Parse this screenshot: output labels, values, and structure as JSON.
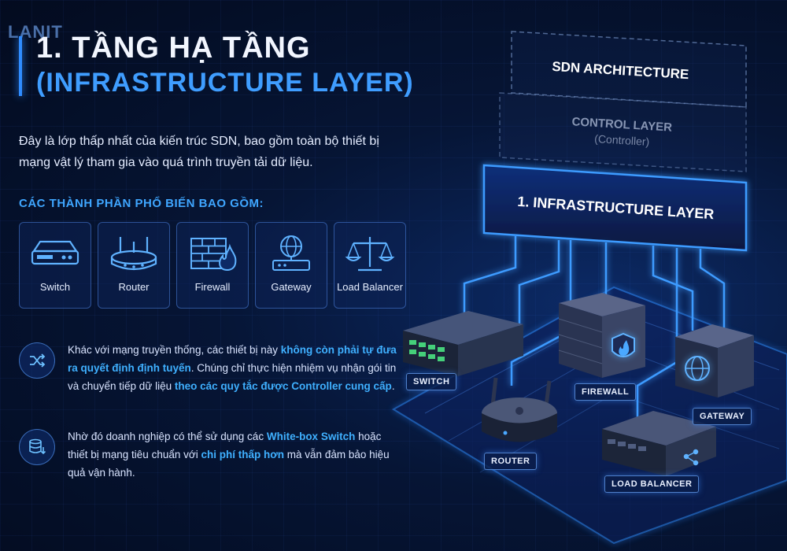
{
  "logo": "LANIT",
  "title": {
    "line1": "1. TẦNG HẠ TẦNG",
    "line2": "(INFRASTRUCTURE LAYER)"
  },
  "intro": "Đây là lớp thấp nhất của kiến trúc SDN, bao gồm toàn bộ thiết bị mạng vật lý tham gia vào quá trình truyền tải dữ liệu.",
  "components_heading": "CÁC THÀNH PHẦN PHỔ BIẾN BAO GỒM:",
  "components": [
    {
      "label": "Switch",
      "icon": "switch-icon"
    },
    {
      "label": "Router",
      "icon": "router-icon"
    },
    {
      "label": "Firewall",
      "icon": "firewall-icon"
    },
    {
      "label": "Gateway",
      "icon": "gateway-icon"
    },
    {
      "label": "Load Balancer",
      "icon": "load-balancer-icon"
    }
  ],
  "note1": {
    "icon": "shuffle-icon",
    "t1": "Khác với mạng truyền thống, các thiết bị này ",
    "h1": "không còn phải tự đưa ra quyết định định tuyến",
    "t2": ". Chúng chỉ thực hiện nhiệm vụ nhận gói tin và chuyển tiếp dữ liệu ",
    "h2": "theo các quy tắc được Controller cung cấp",
    "t3": "."
  },
  "note2": {
    "icon": "database-download-icon",
    "t1": "Nhờ đó doanh nghiệp có thể sử dụng các ",
    "h1": "White-box Switch",
    "t2": " hoặc thiết bị mạng tiêu chuẩn với ",
    "h2": "chi phí thấp hơn",
    "t3": " mà vẫn đảm bảo hiệu quả vận hành."
  },
  "diagram": {
    "layer_top": "SDN ARCHITECTURE",
    "layer_mid": "CONTROL LAYER",
    "layer_mid_sub": "(Controller)",
    "layer_active": "1. INFRASTRUCTURE LAYER",
    "devices": {
      "switch": "SWITCH",
      "firewall": "FIREWALL",
      "gateway": "GATEWAY",
      "router": "ROUTER",
      "load_balancer": "LOAD BALANCER"
    }
  },
  "colors": {
    "accent": "#2f8cff",
    "highlight": "#3fb0ff",
    "background": "#061535"
  }
}
